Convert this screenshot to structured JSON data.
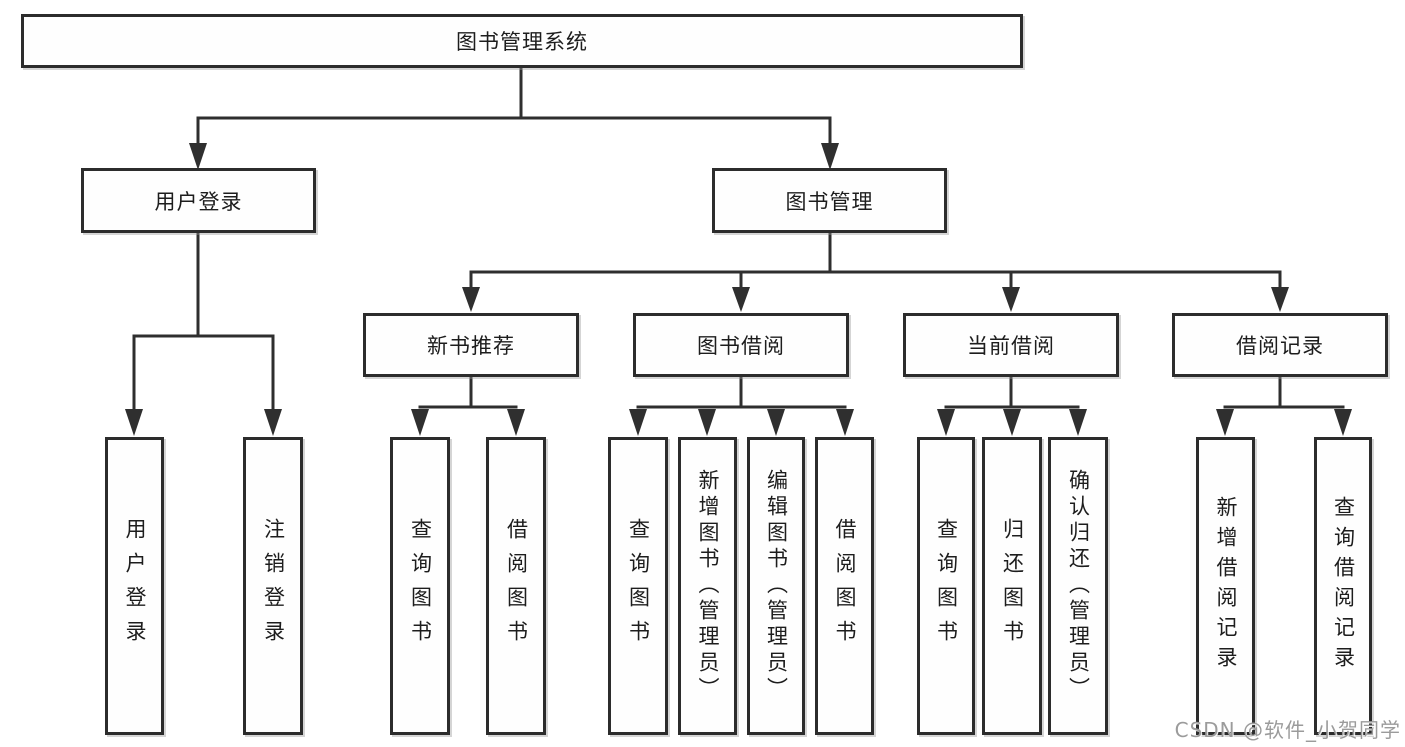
{
  "tree": {
    "label": "图书管理系统",
    "children": [
      {
        "label": "用户登录",
        "children": [
          {
            "label": "用户登录"
          },
          {
            "label": "注销登录"
          }
        ]
      },
      {
        "label": "图书管理",
        "children": [
          {
            "label": "新书推荐",
            "children": [
              {
                "label": "查询图书"
              },
              {
                "label": "借阅图书"
              }
            ]
          },
          {
            "label": "图书借阅",
            "children": [
              {
                "label": "查询图书"
              },
              {
                "label": "新增图书（管理员）"
              },
              {
                "label": "编辑图书（管理员）"
              },
              {
                "label": "借阅图书"
              }
            ]
          },
          {
            "label": "当前借阅",
            "children": [
              {
                "label": "查询图书"
              },
              {
                "label": "归还图书"
              },
              {
                "label": "确认归还（管理员）"
              }
            ]
          },
          {
            "label": "借阅记录",
            "children": [
              {
                "label": "新增借阅记录"
              },
              {
                "label": "查询借阅记录"
              }
            ]
          }
        ]
      }
    ]
  },
  "watermark": "CSDN @软件_小贺同学",
  "colors": {
    "line": "#2f2f2f",
    "box_border": "#2c2c2c",
    "text": "#1d1d1d",
    "watermark": "#9b9b9b",
    "background": "#ffffff"
  }
}
